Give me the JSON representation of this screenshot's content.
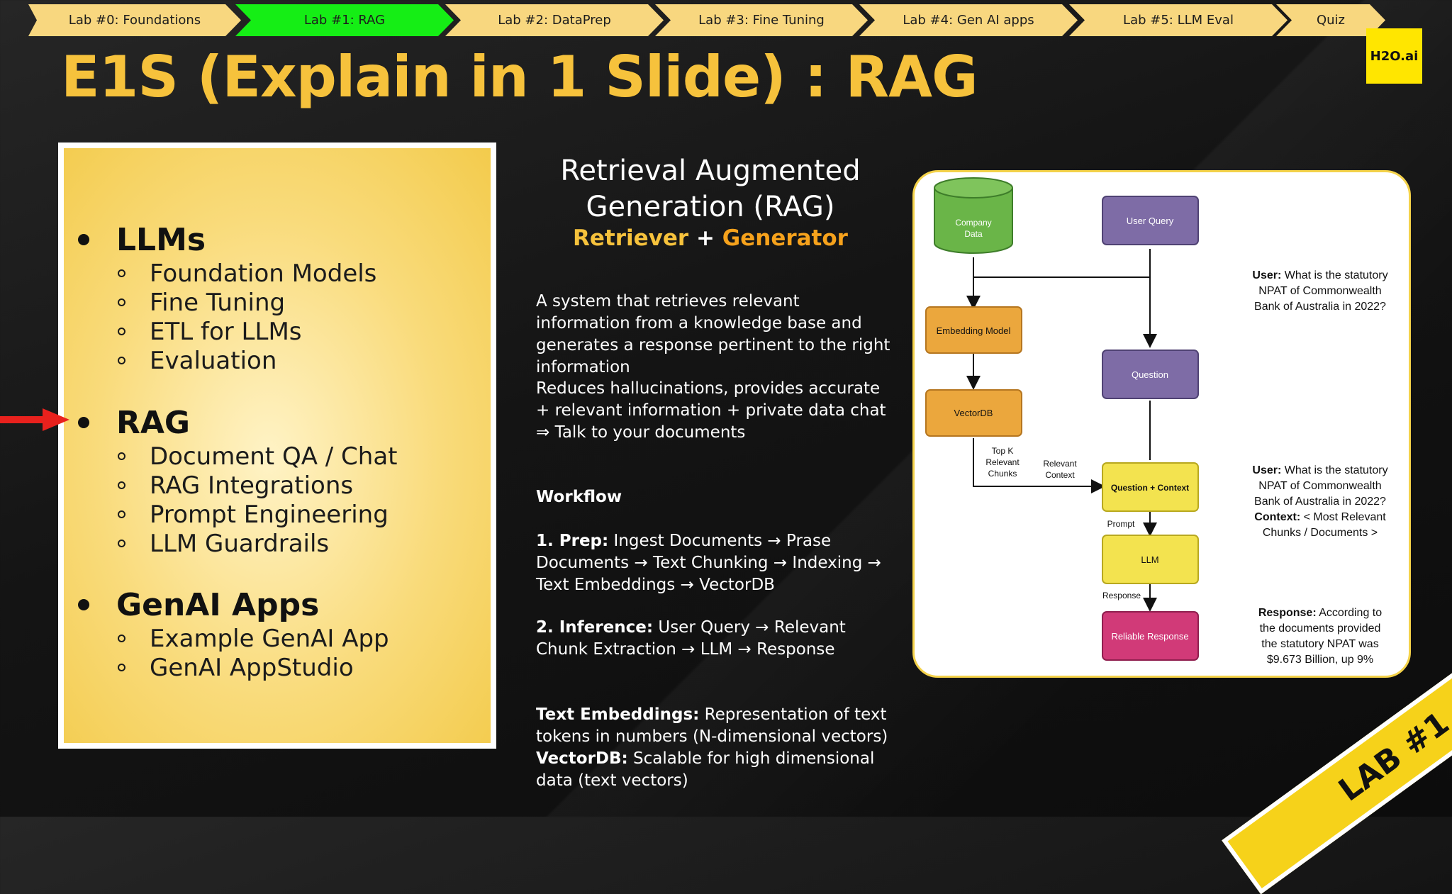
{
  "breadcrumbs": [
    {
      "label": "Lab #0: Foundations",
      "active": false
    },
    {
      "label": "Lab #1: RAG",
      "active": true
    },
    {
      "label": "Lab #2: DataPrep",
      "active": false
    },
    {
      "label": "Lab #3: Fine Tuning",
      "active": false
    },
    {
      "label": "Lab #4: Gen AI apps",
      "active": false
    },
    {
      "label": "Lab #5: LLM Eval",
      "active": false
    },
    {
      "label": "Quiz",
      "active": false
    }
  ],
  "logo": "H2O.ai",
  "title": "E1S (Explain in 1 Slide) : RAG",
  "topics": [
    {
      "head": "LLMs",
      "items": [
        "Foundation Models",
        "Fine Tuning",
        "ETL for LLMs",
        "Evaluation"
      ]
    },
    {
      "head": "RAG",
      "items": [
        "Document QA / Chat",
        "RAG Integrations",
        "Prompt Engineering",
        "LLM Guardrails"
      ]
    },
    {
      "head": "GenAI Apps",
      "items": [
        "Example GenAI App",
        "GenAI AppStudio"
      ]
    }
  ],
  "middle": {
    "title_line1": "Retrieval Augmented",
    "title_line2": "Generation (RAG)",
    "retriever": "Retriever",
    "plus": " + ",
    "generator": "Generator",
    "desc": "A system that retrieves relevant information from a knowledge base and generates a response pertinent to the right information",
    "benefit": "Reduces hallucinations, provides accurate + relevant information + private data chat ⇒ Talk to your documents",
    "workflow_head": "Workflow",
    "prep_label": "1. Prep:",
    "prep_text": " Ingest Documents → Prase Documents → Text Chunking → Indexing → Text Embeddings → VectorDB",
    "inference_label": "2. Inference:",
    "inference_text": " User Query → Relevant Chunk Extraction → LLM → Response",
    "emb_label": "Text Embeddings:",
    "emb_text": " Representation of text tokens in numbers (N-dimensional vectors)",
    "vdb_label": "VectorDB:",
    "vdb_text": " Scalable for high dimensional data (text vectors)"
  },
  "diagram": {
    "company_data": [
      "Company",
      "Data"
    ],
    "user_query": "User Query",
    "embedding_model": "Embedding Model",
    "question": "Question",
    "vectordb": "VectorDB",
    "topk": [
      "Top K",
      "Relevant",
      "Chunks"
    ],
    "relevant_context": [
      "Relevant",
      "Context"
    ],
    "question_context": "Question + Context",
    "prompt": "Prompt",
    "llm": "LLM",
    "response": "Response",
    "reliable_response": "Reliable Response",
    "note1_bold": "User:",
    "note1": [
      " What is the statutory",
      "NPAT of Commonwealth",
      "Bank of Australia in 2022?"
    ],
    "note2_bold": "User:",
    "note2": [
      " What is the statutory",
      "NPAT of Commonwealth",
      "Bank of Australia in 2022?"
    ],
    "note2_ctx_bold": "Context:",
    "note2_ctx": [
      " < Most Relevant",
      "Chunks / Documents >"
    ],
    "note3_bold": "Response:",
    "note3": [
      " According to",
      "the documents provided",
      "the statutory NPAT was",
      "$9.673 Billion, up 9%"
    ]
  },
  "lab_ribbon": "LAB #1",
  "colors": {
    "accent": "#f6c23c",
    "active_tab": "#15ee15",
    "tab": "#f8d77f",
    "logo": "#ffe600"
  }
}
